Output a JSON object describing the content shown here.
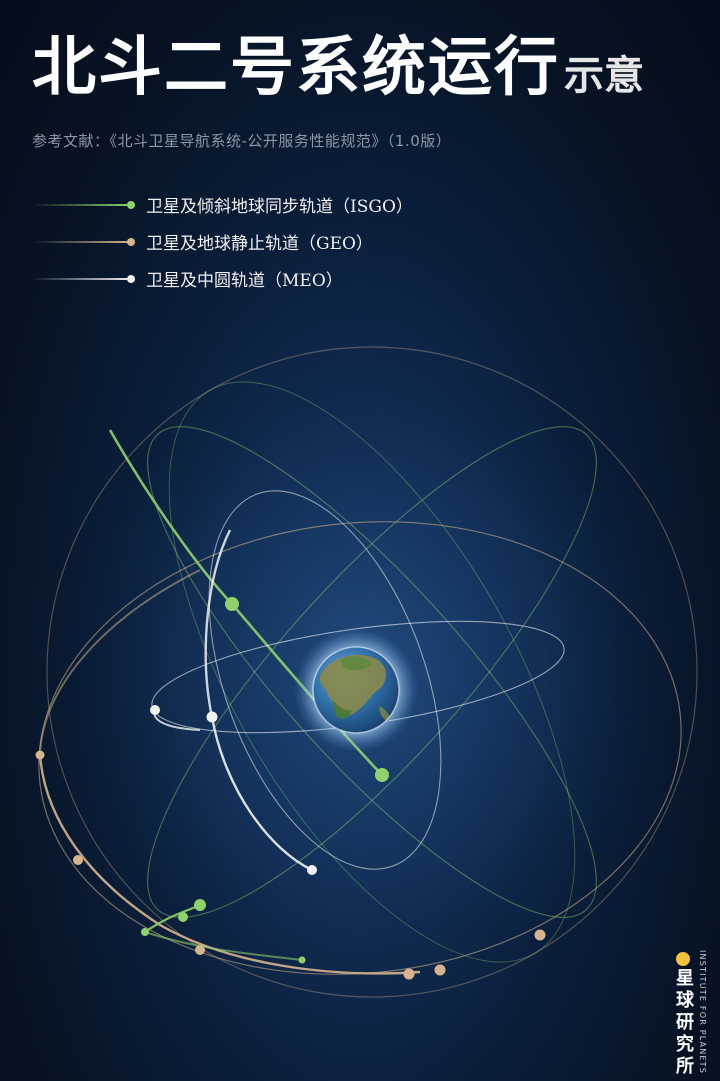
{
  "title": {
    "main": "北斗二号系统运行",
    "suffix": "示意"
  },
  "reference": "参考文献：《北斗卫星导航系统-公开服务性能规范》（1.0版）",
  "legend": [
    {
      "label": "卫星及倾斜地球同步轨道（ISGO）",
      "color": "#8fd16a"
    },
    {
      "label": "卫星及地球静止轨道（GEO）",
      "color": "#d8b48c"
    },
    {
      "label": "卫星及中圆轨道（MEO）",
      "color": "#f2f2f2"
    }
  ],
  "colors": {
    "isgo": "#8fd16a",
    "geo": "#d8b48c",
    "meo": "#f2f2f2",
    "background": "#0a1d38",
    "brand": "#f5c13a"
  },
  "brand": {
    "name_chars": [
      "星",
      "球",
      "研",
      "究",
      "所"
    ],
    "name_en": "INSTITUTE FOR PLANETS"
  }
}
